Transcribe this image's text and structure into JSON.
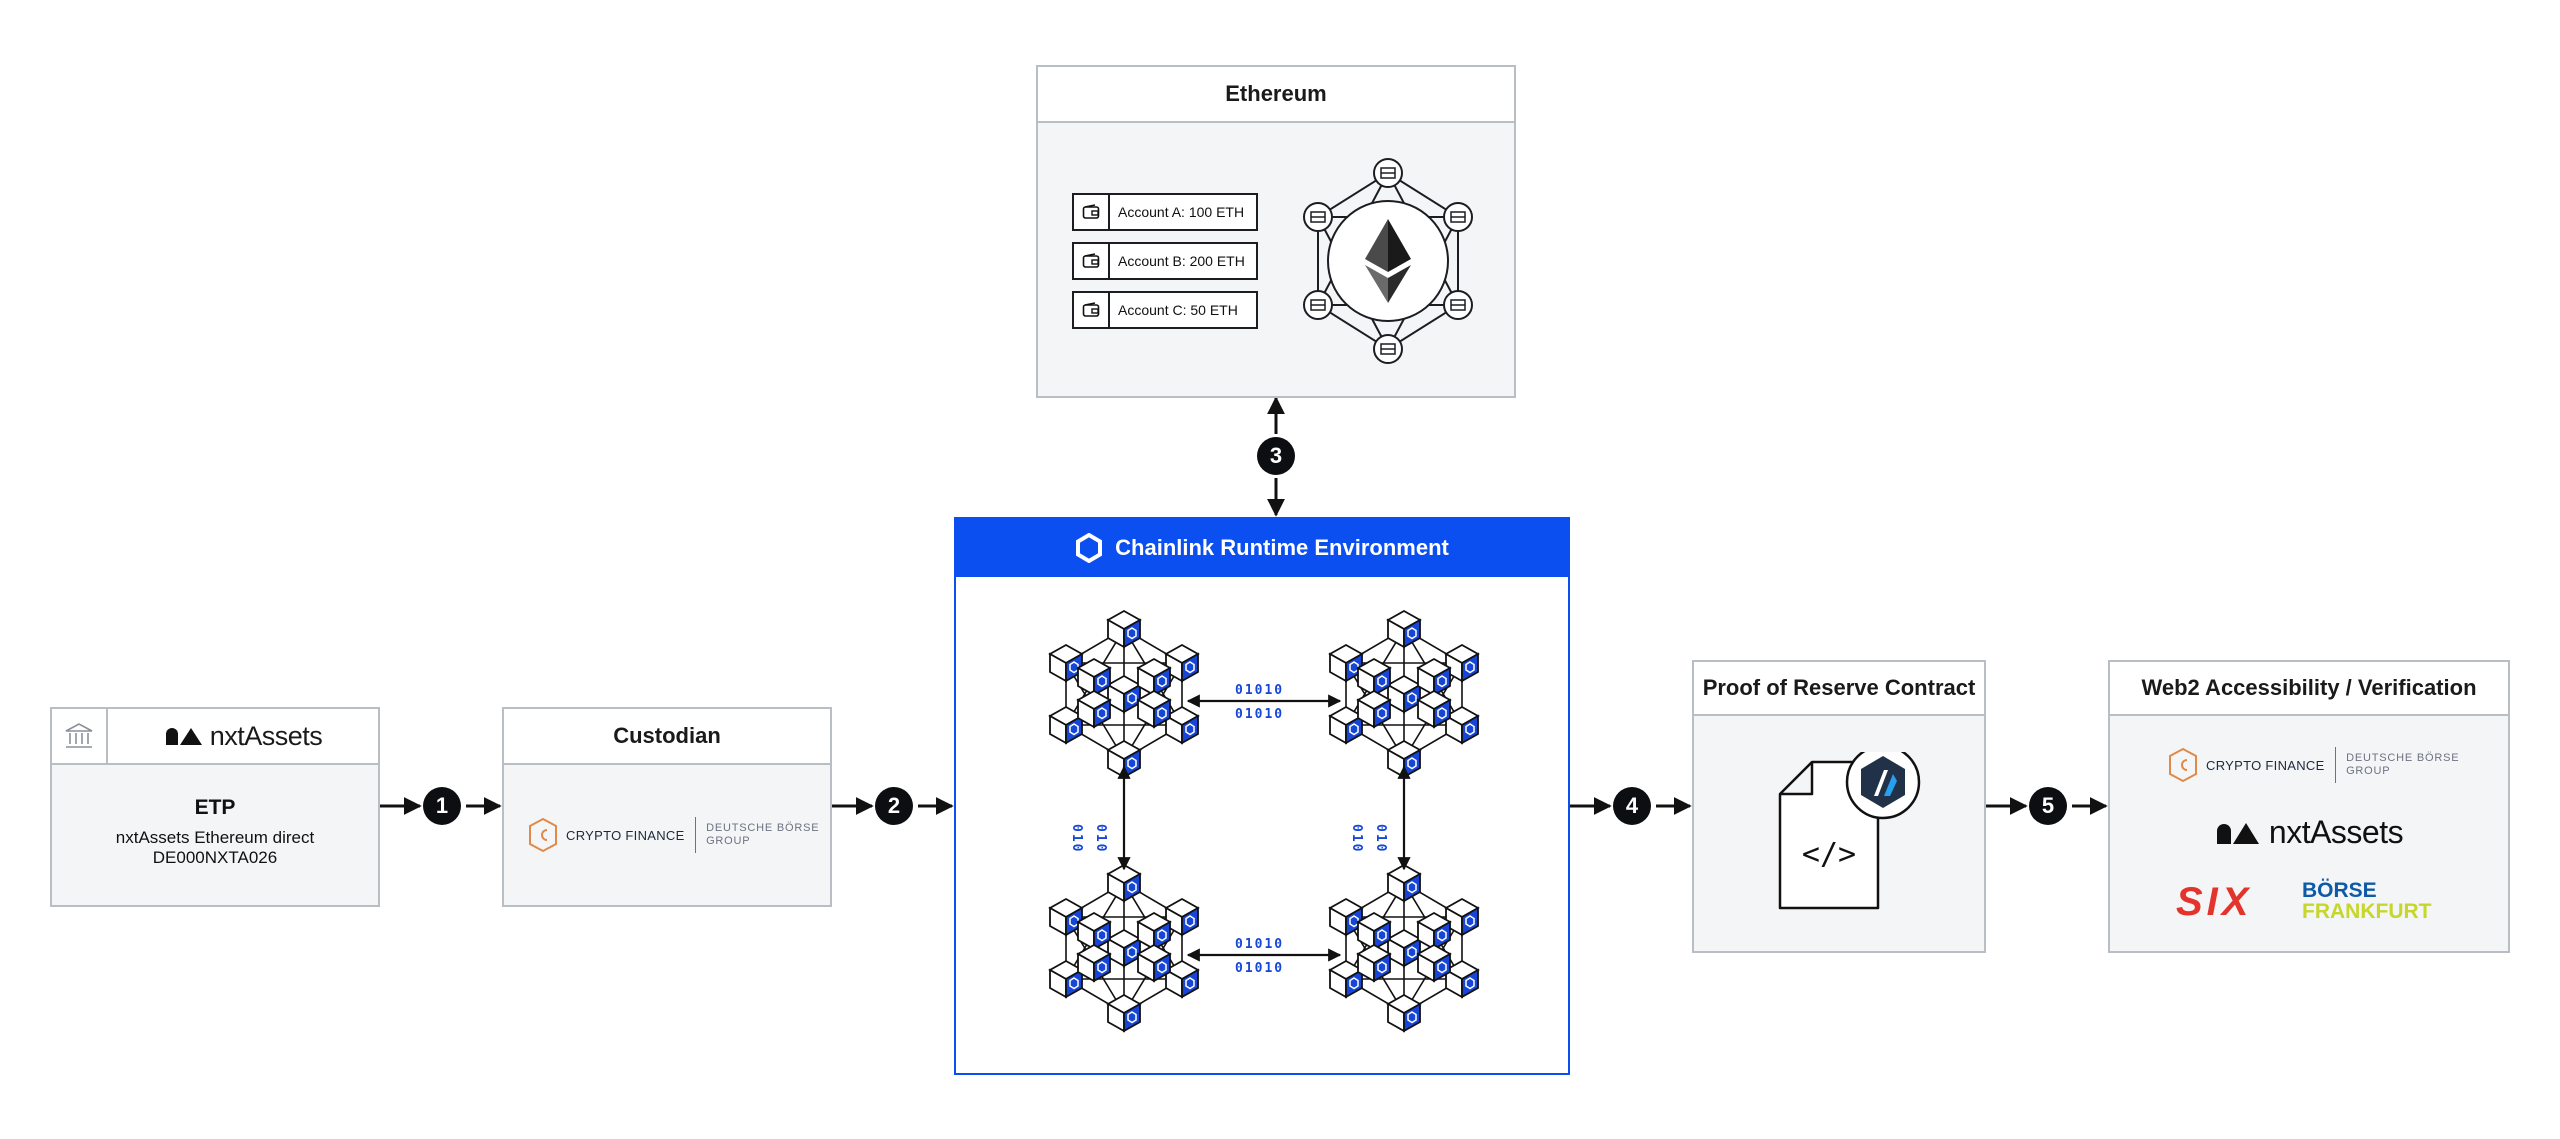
{
  "etp": {
    "brand": "nxtAssets",
    "title": "ETP",
    "line1": "nxtAssets Ethereum direct",
    "line2": "DE000NXTA026"
  },
  "custodian": {
    "title": "Custodian",
    "logo_main": "CRYPTO FINANCE",
    "logo_group_1": "DEUTSCHE BÖRSE",
    "logo_group_2": "GROUP"
  },
  "ethereum": {
    "title": "Ethereum",
    "accounts": [
      "Account A: 100 ETH",
      "Account B: 200 ETH",
      "Account C: 50 ETH"
    ]
  },
  "cre": {
    "title": "Chainlink Runtime Environment",
    "binary_h": "01010",
    "binary_v": "010"
  },
  "por": {
    "title": "Proof of Reserve Contract"
  },
  "web2": {
    "title": "Web2 Accessibility / Verification",
    "crypto_finance": "CRYPTO FINANCE",
    "group_1": "DEUTSCHE BÖRSE",
    "group_2": "GROUP",
    "nxt": "nxtAssets",
    "six": "SIX",
    "boerse_1": "BÖRSE",
    "boerse_2": "FRANKFURT"
  },
  "steps": [
    "1",
    "2",
    "3",
    "4",
    "5"
  ],
  "colors": {
    "chainlink_blue": "#0b4ff0",
    "six_red": "#e4332a",
    "boerse_blue": "#0e5aa7",
    "boerse_yellow": "#c6d62a",
    "crypto_orange": "#e08a4a"
  }
}
